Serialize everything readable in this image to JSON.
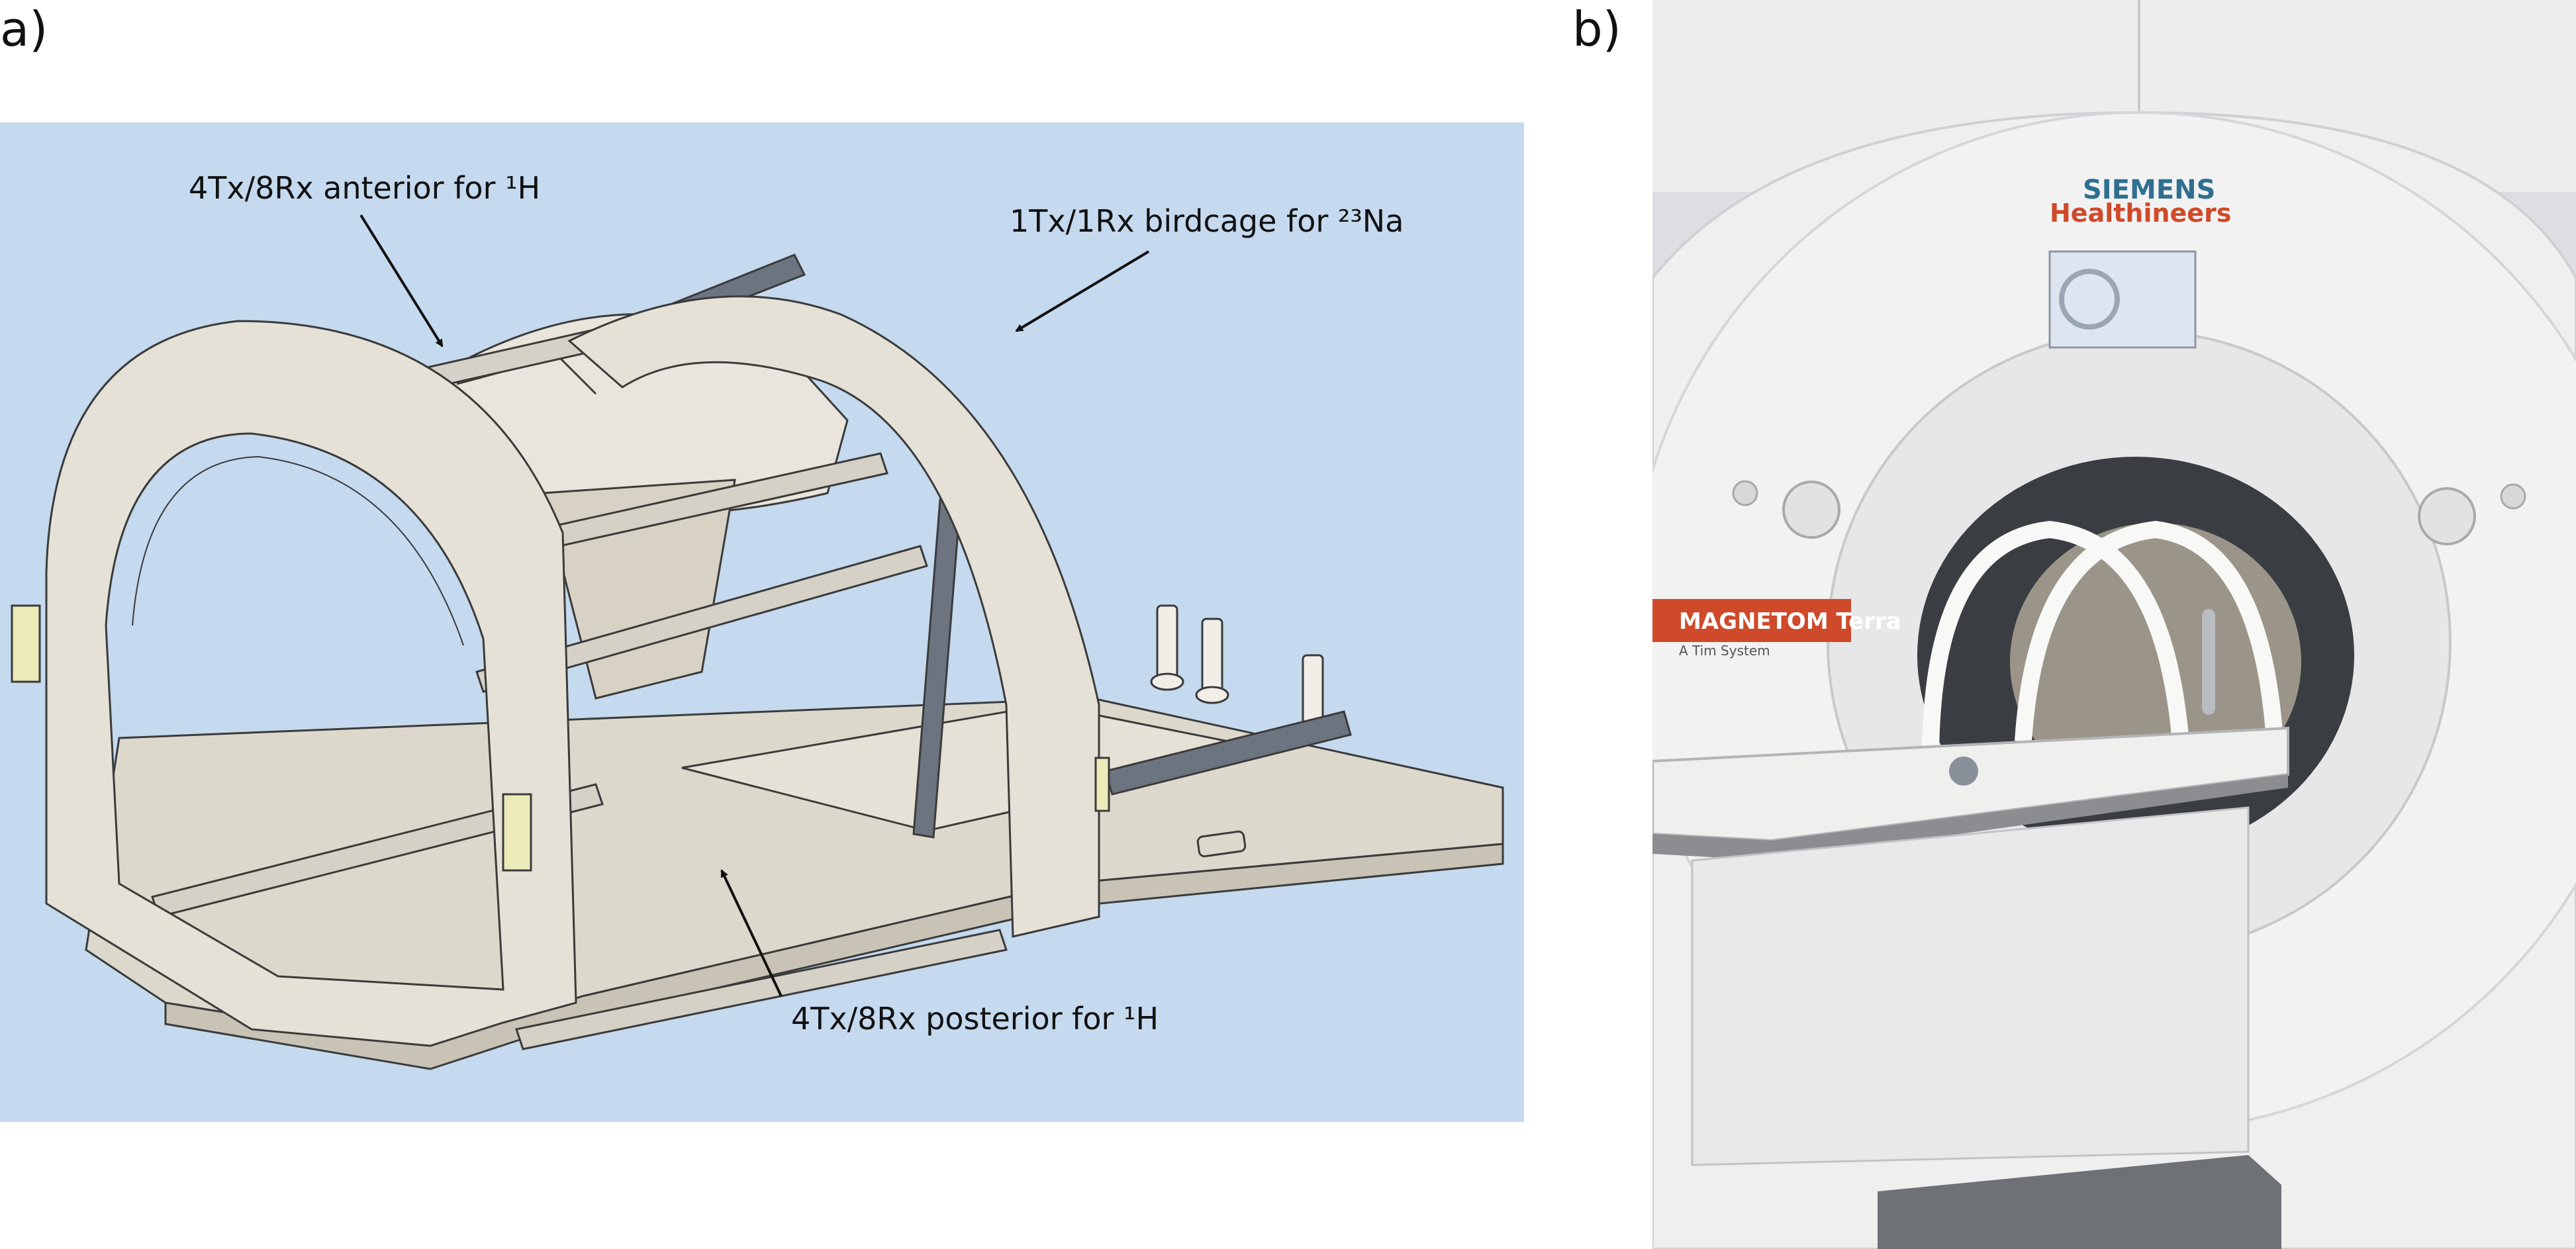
{
  "figure": {
    "panel_a": {
      "letter": "a)",
      "background": "#c5d9ef",
      "labels": {
        "anterior": "4Tx/8Rx anterior for ¹H",
        "birdcage": "1Tx/1Rx birdcage for ²³Na",
        "posterior": "4Tx/8Rx posterior for ¹H"
      }
    },
    "panel_b": {
      "letter": "b)",
      "brand_line1": "SIEMENS",
      "brand_line2": "Healthineers",
      "model_label": "MAGNETOM Terra",
      "model_sub": "A Tim System"
    }
  },
  "colors": {
    "coil_body": "#e6e1d6",
    "coil_edge": "#3b3b3b",
    "rod": "#6c7480",
    "brand_red": "#cf4a2a",
    "scanner_white": "#efefef"
  }
}
